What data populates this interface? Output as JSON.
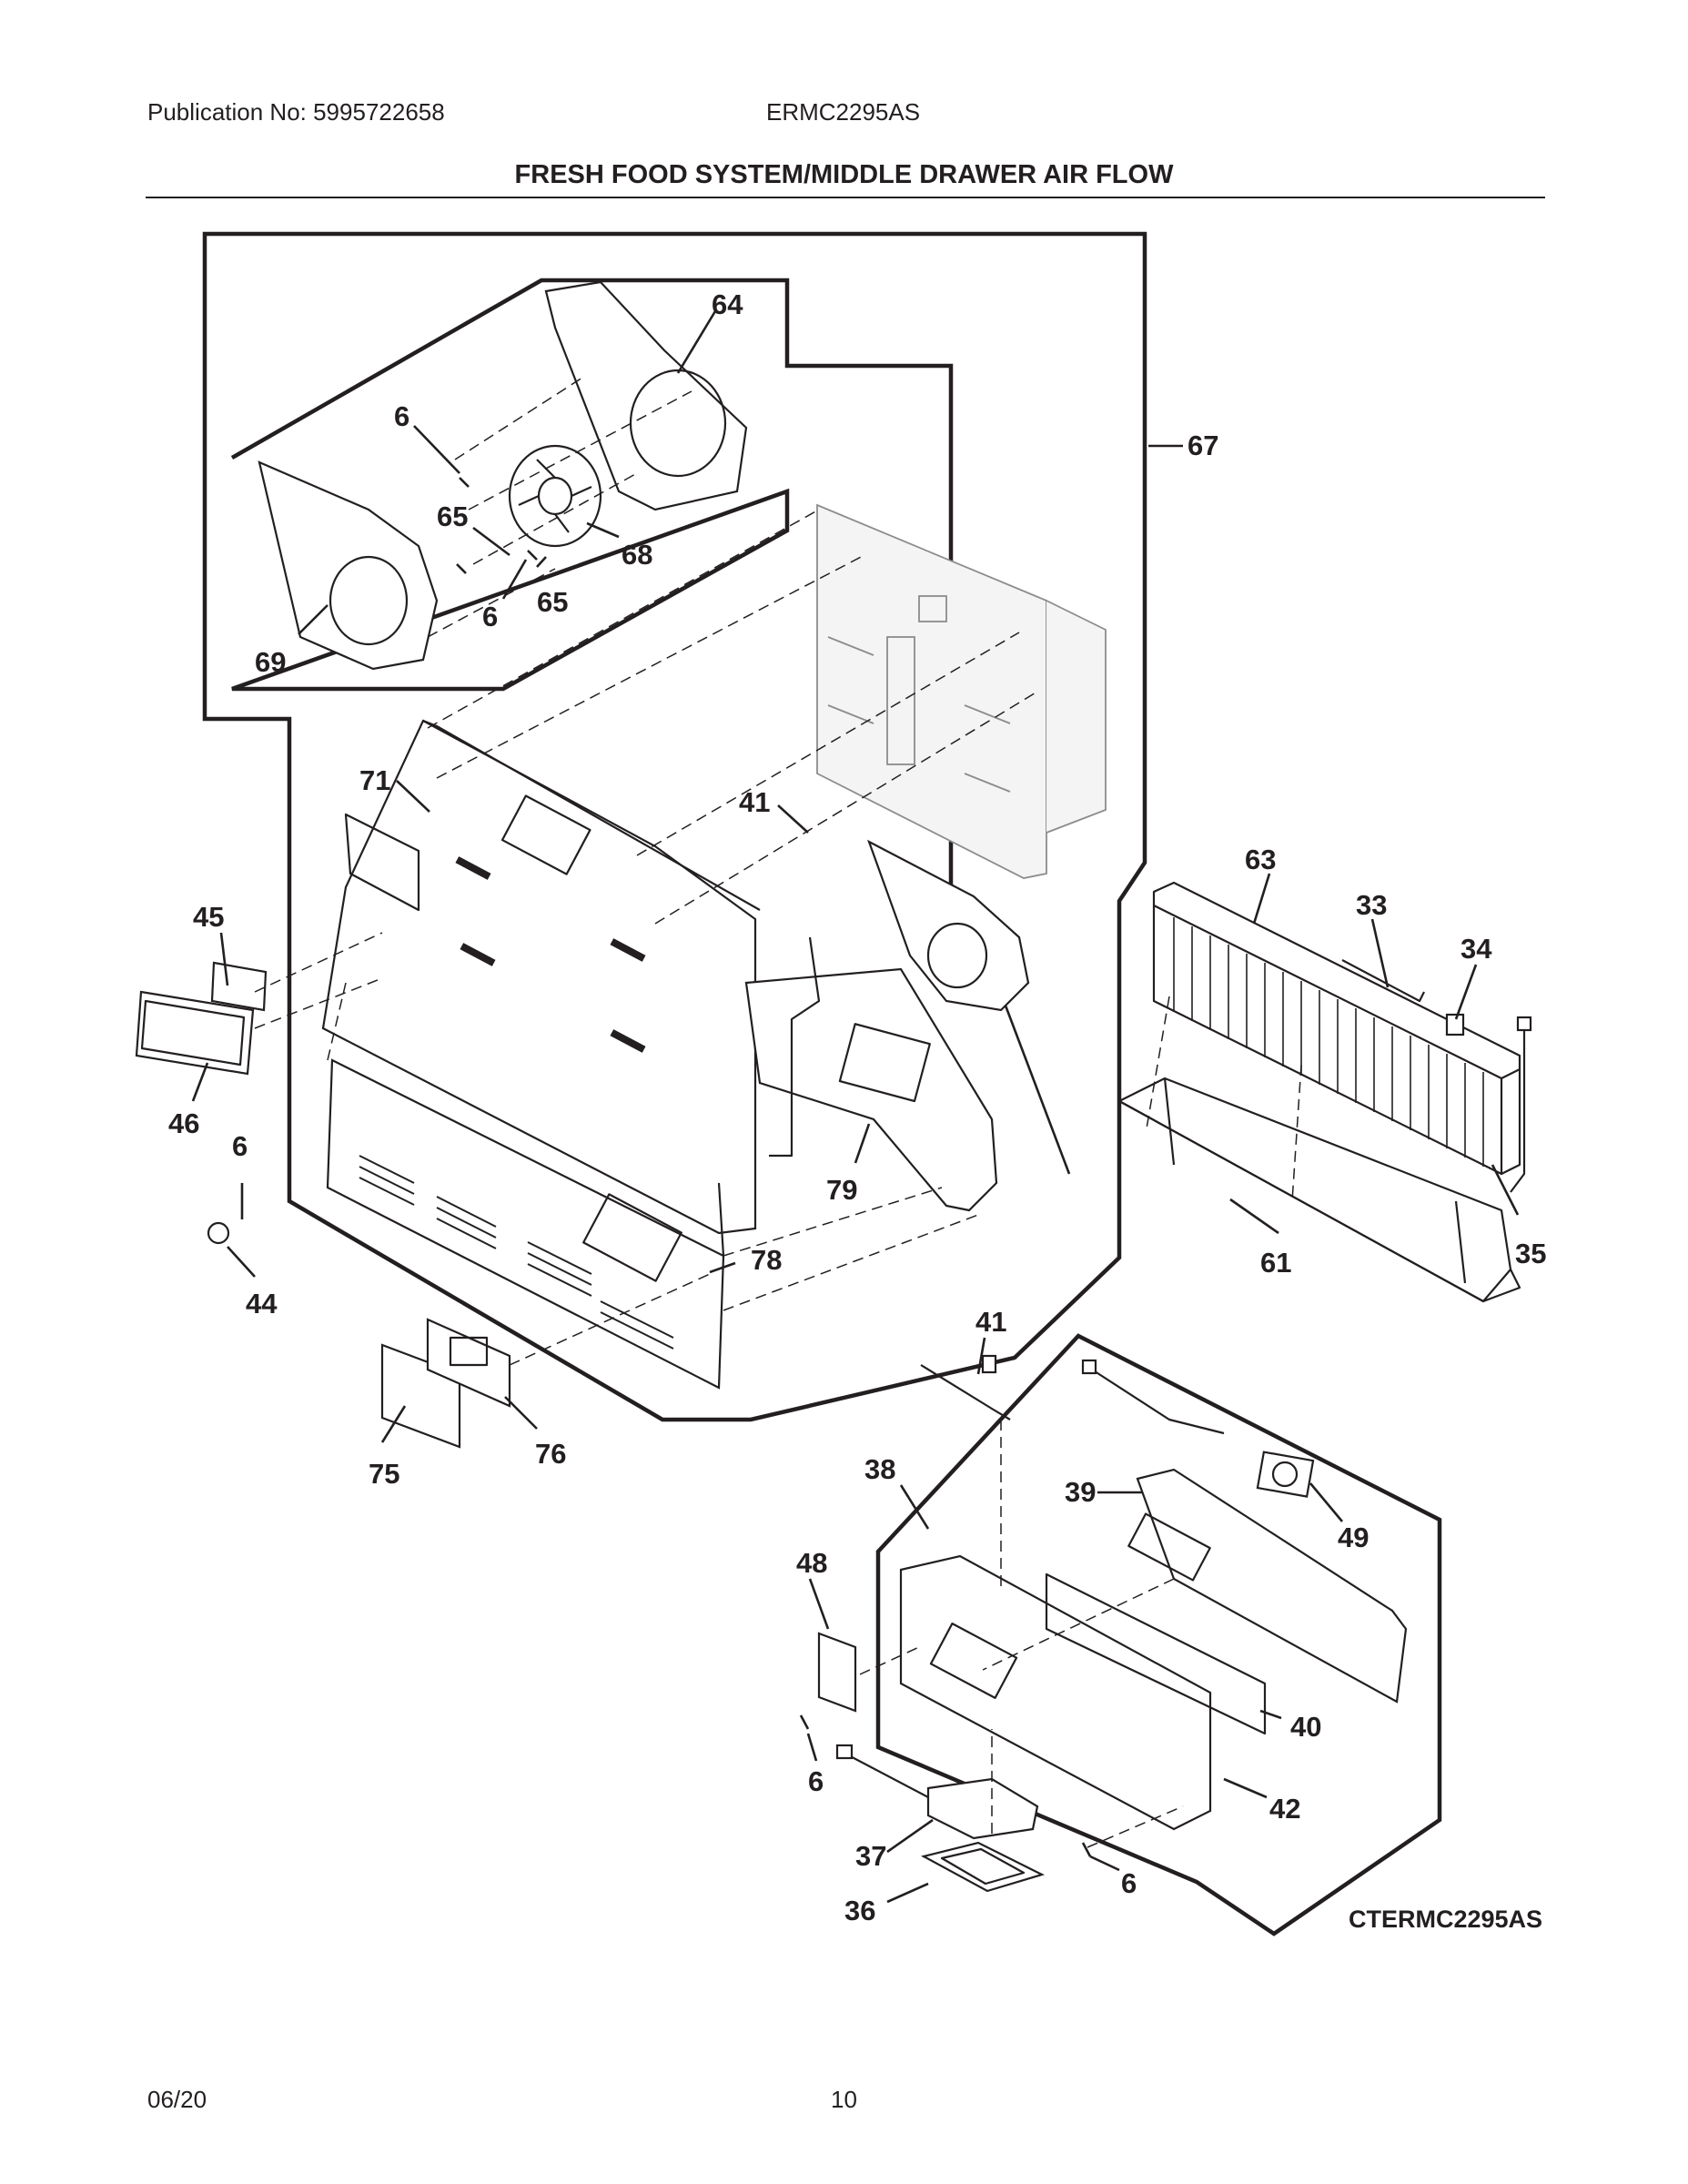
{
  "header": {
    "publication": "Publication No: 5995722658",
    "model": "ERMC2295AS"
  },
  "title": "FRESH FOOD SYSTEM/MIDDLE DRAWER AIR FLOW",
  "diagram_code": "CTERMC2295AS",
  "footer": {
    "date": "06/20",
    "page": "10"
  },
  "callouts": [
    "64",
    "6",
    "67",
    "65",
    "68",
    "6",
    "65",
    "69",
    "71",
    "41",
    "63",
    "33",
    "34",
    "45",
    "46",
    "6",
    "79",
    "61",
    "35",
    "44",
    "78",
    "41",
    "76",
    "75",
    "38",
    "39",
    "49",
    "48",
    "40",
    "42",
    "6",
    "37",
    "6",
    "36"
  ]
}
